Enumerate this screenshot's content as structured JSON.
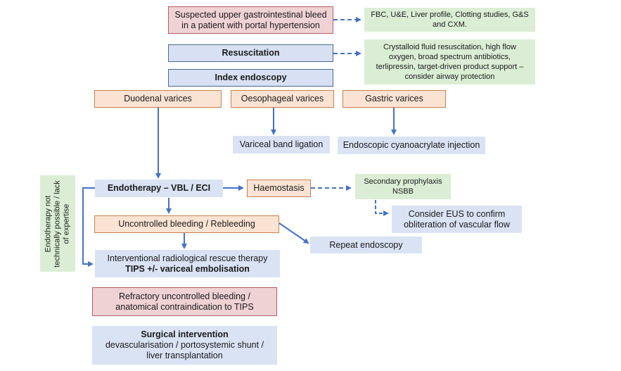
{
  "boxes": {
    "suspected_bleed": [
      "Suspected upper gastrointestinal bleed",
      "in a patient with portal hypertension"
    ],
    "initial_tests": [
      "FBC, U&E, Liver profile, Clotting studies, G&S",
      "and CXM."
    ],
    "resuscitation": "Resuscitation",
    "resuscitation_details": [
      "Crystalloid fluid resuscitation, high flow",
      "oxygen, broad spectrum antibiotics,",
      "terlipressin, target-driven product support –",
      "consider airway protection"
    ],
    "index_endoscopy": "Index endoscopy",
    "duodenal_varices": "Duodenal varices",
    "oesophageal_varices": "Oesophageal varices",
    "gastric_varices": "Gastric varices",
    "variceal_band_ligation": "Variceal band ligation",
    "cyanoacrylate_injection": "Endoscopic cyanoacrylate injection",
    "endotherapy": "Endotherapy – VBL / ECI",
    "haemostasis": "Haemostasis",
    "secondary_prophylaxis": [
      "Secondary prophylaxis",
      "NSBB"
    ],
    "consider_eus": [
      "Consider EUS to confirm",
      "obliteration of vascular flow"
    ],
    "uncontrolled_bleeding": "Uncontrolled bleeding / Rebleeding",
    "repeat_endoscopy": "Repeat endoscopy",
    "interventional_radiology": [
      "Interventional radiological rescue therapy",
      "TIPS +/- variceal embolisation"
    ],
    "refractory_bleeding": [
      "Refractory uncontrolled bleeding /",
      "anatomical contraindication to TIPS"
    ],
    "surgical_intervention": [
      "Surgical intervention",
      "devascularisation / portosystemic shunt /",
      "liver transplantation"
    ],
    "endotherapy_not_possible": [
      "Endotherapy not",
      "technically possible / lack",
      "of expertise"
    ]
  },
  "colors": {
    "pink_fill": "#efd2d4",
    "blue_fill": "#d7e1f3",
    "peach_fill": "#fbe3d3",
    "green_fill": "#dbeed5",
    "arrow": "#4472c4"
  }
}
